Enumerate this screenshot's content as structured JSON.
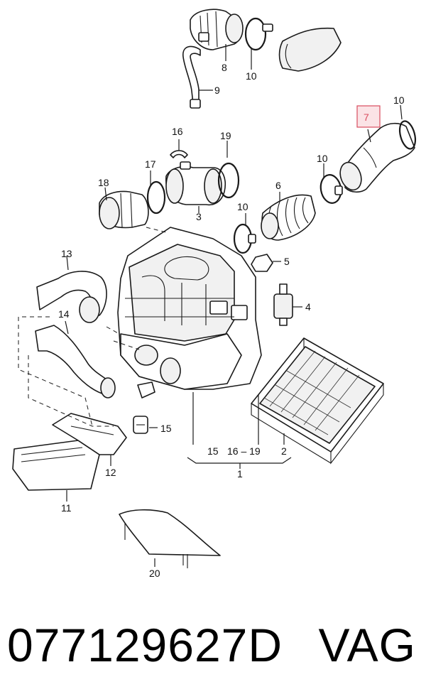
{
  "diagram": {
    "callouts": {
      "c1": "1",
      "c2": "2",
      "c3": "3",
      "c4": "4",
      "c5": "5",
      "c6": "6",
      "c7": "7",
      "c8": "8",
      "c9": "9",
      "c10a": "10",
      "c10b": "10",
      "c10c": "10",
      "c10d": "10",
      "c11": "11",
      "c12": "12",
      "c13": "13",
      "c14": "14",
      "c15a": "15",
      "c15b": "15",
      "c16": "16",
      "c16_19": "16 – 19",
      "c17": "17",
      "c18": "18",
      "c19": "19",
      "c20": "20"
    },
    "highlight_color": "#d94c5e",
    "highlight_fill": "#fbe3e6"
  },
  "footer": {
    "part_number": "077129627D",
    "brand": "VAG"
  }
}
